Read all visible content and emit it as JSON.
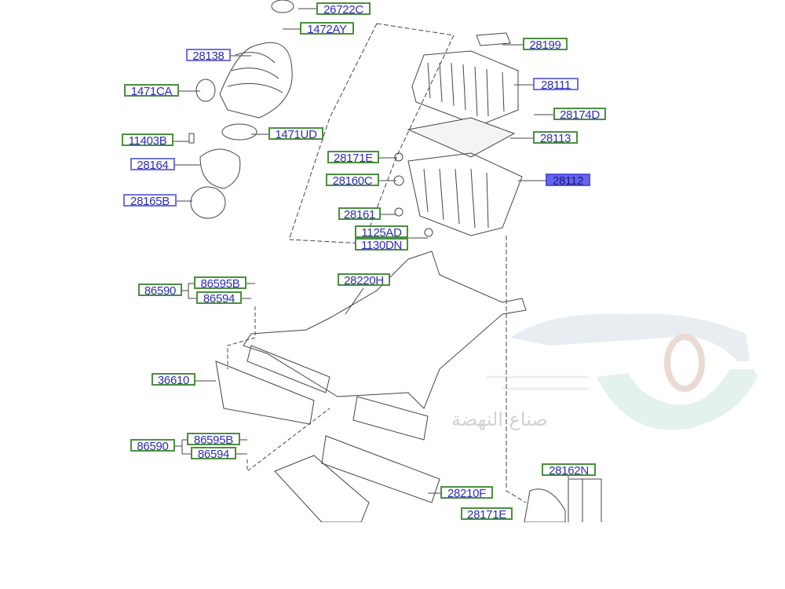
{
  "diagram": {
    "labels": {
      "p26722C": "26722C",
      "p1472AY": "1472AY",
      "p28138": "28138",
      "p1471CA": "1471CA",
      "p1471UD": "1471UD",
      "p11403B": "11403B",
      "p28164": "28164",
      "p28165B": "28165B",
      "p28199": "28199",
      "p28111": "28111",
      "p28174D": "28174D",
      "p28113": "28113",
      "p28171E_a": "28171E",
      "p28160C": "28160C",
      "p28112": "28112",
      "p28161": "28161",
      "p1125AD": "1125AD",
      "p1130DN": "1130DN",
      "p28220H": "28220H",
      "p86590_a": "86590",
      "p86595B_a": "86595B",
      "p86594_a": "86594",
      "p36610": "36610",
      "p86590_b": "86590",
      "p86595B_b": "86595B",
      "p86594_b": "86594",
      "p28210F": "28210F",
      "p28171E_b": "28171E",
      "p28162N": "28162N"
    },
    "highlighted_part": "28112",
    "watermark_text": "صناع النهضة",
    "colors": {
      "label_text": "#2d2db8",
      "green_border": "#4b8f3e",
      "blue_border": "#7272d8",
      "highlight": "#6464f0"
    }
  }
}
